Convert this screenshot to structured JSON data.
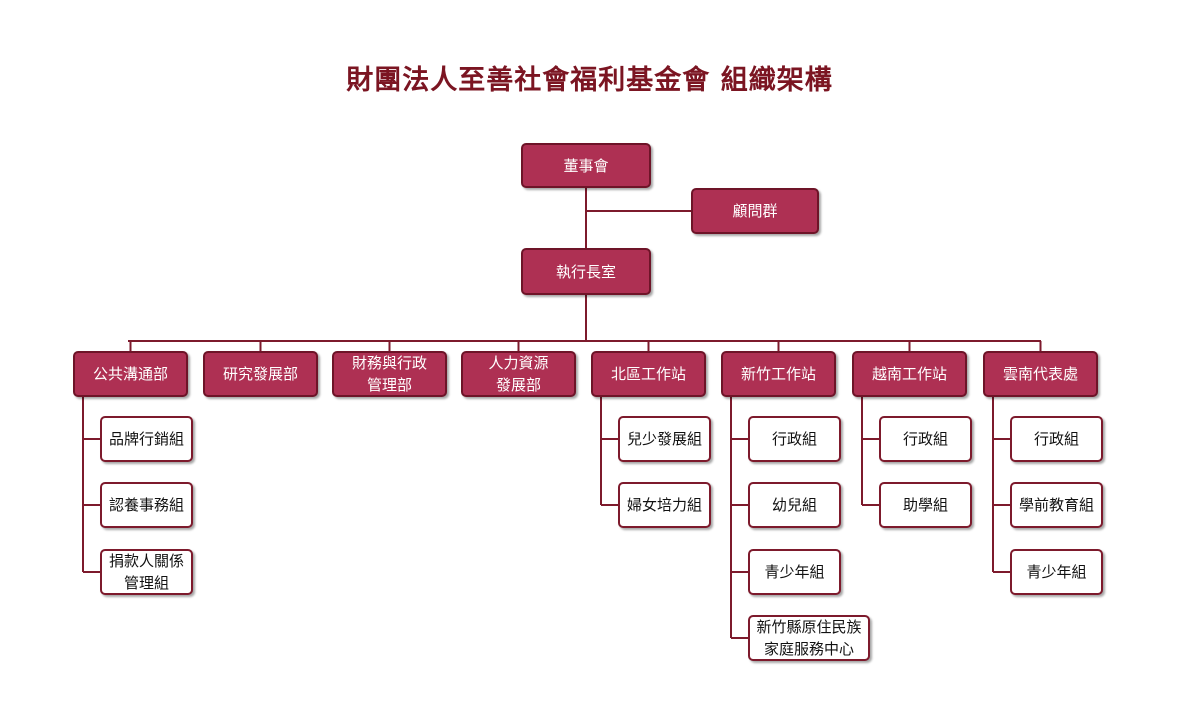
{
  "title": "財團法人至善社會福利基金會  組織架構",
  "colors": {
    "title": "#7b1522",
    "box_fill": "#ae3053",
    "box_border": "#6e1428",
    "outline_border": "#7d1a2c",
    "line": "#7d1a2c"
  },
  "top": {
    "board": "董事會",
    "advisors": "顧問群",
    "ceo_office": "執行長室"
  },
  "departments": [
    {
      "name": [
        "公共溝通部"
      ],
      "units": [
        [
          "品牌行銷組"
        ],
        [
          "認養事務組"
        ],
        [
          "捐款人關係",
          "管理組"
        ]
      ]
    },
    {
      "name": [
        "研究發展部"
      ],
      "units": []
    },
    {
      "name": [
        "財務與行政",
        "管理部"
      ],
      "units": []
    },
    {
      "name": [
        "人力資源",
        "發展部"
      ],
      "units": []
    },
    {
      "name": [
        "北區工作站"
      ],
      "units": [
        [
          "兒少發展組"
        ],
        [
          "婦女培力組"
        ]
      ]
    },
    {
      "name": [
        "新竹工作站"
      ],
      "units": [
        [
          "行政組"
        ],
        [
          "幼兒組"
        ],
        [
          "青少年組"
        ],
        [
          "新竹縣原住民族",
          "家庭服務中心"
        ]
      ]
    },
    {
      "name": [
        "越南工作站"
      ],
      "units": [
        [
          "行政組"
        ],
        [
          "助學組"
        ]
      ]
    },
    {
      "name": [
        "雲南代表處"
      ],
      "units": [
        [
          "行政組"
        ],
        [
          "學前教育組"
        ],
        [
          "青少年組"
        ]
      ]
    }
  ]
}
